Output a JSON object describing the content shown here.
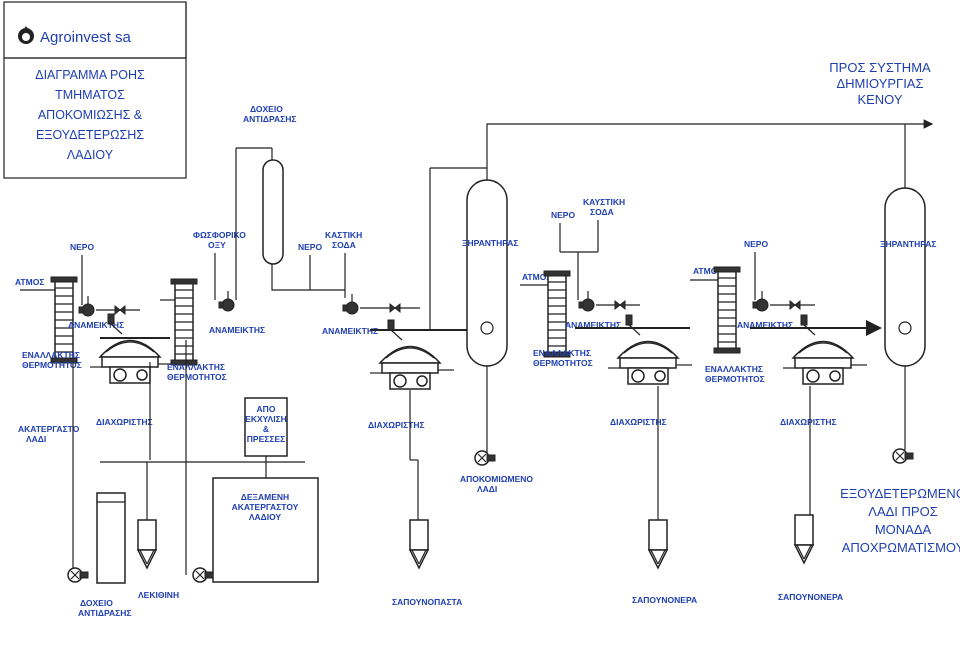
{
  "company": "Agroinvest sa",
  "title": [
    "ΔΙΑΓΡΑΜΜΑ ΡΟΗΣ",
    "ΤΜΗΜΑΤΟΣ",
    "ΑΠΟΚΟΜΙΩΣΗΣ  &",
    "ΕΞΟΥΔΕΤΕΡΩΣΗΣ",
    "ΛΑΔΙΟΥ"
  ],
  "to_vacuum": [
    "ΠΡΟΣ  ΣΥΣΤΗΜΑ",
    "ΔΗΜΙΟΥΡΓΙΑΣ",
    "ΚΕΝΟΥ"
  ],
  "final_product": [
    "ΕΞΟΥΔΕΤΕΡΩΜΕΝΟ",
    "ΛΑΔΙ ΠΡΟΣ",
    "ΜΟΝΑΔΑ",
    "ΑΠΟΧΡΩΜΑΤΙΣΜΟΥ"
  ],
  "labels": {
    "steam": "ΑΤΜΟΣ",
    "water": "ΝΕΡΟ",
    "mixer": "ΑΝΑΜΕΙΚΤΗΣ",
    "heat_exchanger": [
      "ΕΝΑΛΛΑΚΤΗΣ",
      "ΘΕΡΜΟΤΗΤΟΣ"
    ],
    "separator": "ΔΙΑΧΩΡΙΣΤΗΣ",
    "crude_oil": [
      "ΑΚΑΤΕΡΓΑΣΤΟ",
      "ΛΑΔΙ"
    ],
    "phosphoric_acid": [
      "ΦΩΣΦΟΡΙΚΟ",
      "ΟΞΥ"
    ],
    "reaction_tank": [
      "ΔΟΧΕΙΟ",
      "ΑΝΤΙΔΡΑΣΗΣ"
    ],
    "caustic_soda": [
      "ΚΑΣΤΙΚΗ",
      "ΣΟΔΑ"
    ],
    "caustic_soda_2": [
      "ΚΑΥΣΤΙΚΗ",
      "ΣΟΔΑ"
    ],
    "dryer": "ΞΗΡΑΝΤΗΡΑΣ",
    "from_extraction": [
      "ΑΠΟ",
      "ΕΚΧΥΛΙΣΗ",
      "&",
      "ΠΡΕΣΣΕΣ"
    ],
    "crude_tank": [
      "ΔΕΞΑΜΕΝΗ",
      "ΑΚΑΤΕΡΓΑΣΤΟΥ",
      "ΛΑΔΙΟΥ"
    ],
    "lecithin": "ΛΕΚΙΘΙΝΗ",
    "reaction_tank_bottom": [
      "ΔΟΧΕΙΟ",
      "ΑΝΤΙΔΡΑΣΗΣ"
    ],
    "soapstock": "ΣΑΠΟΥΝΟΠΑΣΤΑ",
    "degummed_oil": [
      "ΑΠΟΚΟΜΙΩΜΕΝΟ",
      "ΛΑΔΙ"
    ],
    "soapwater_1": "ΣΑΠΟΥΝΟΝΕΡΑ",
    "soapwater_2": "ΣΑΠΟΥΝΟΝΕΡΑ"
  },
  "colors": {
    "text": "#1f3fb0",
    "line": "#222222"
  }
}
